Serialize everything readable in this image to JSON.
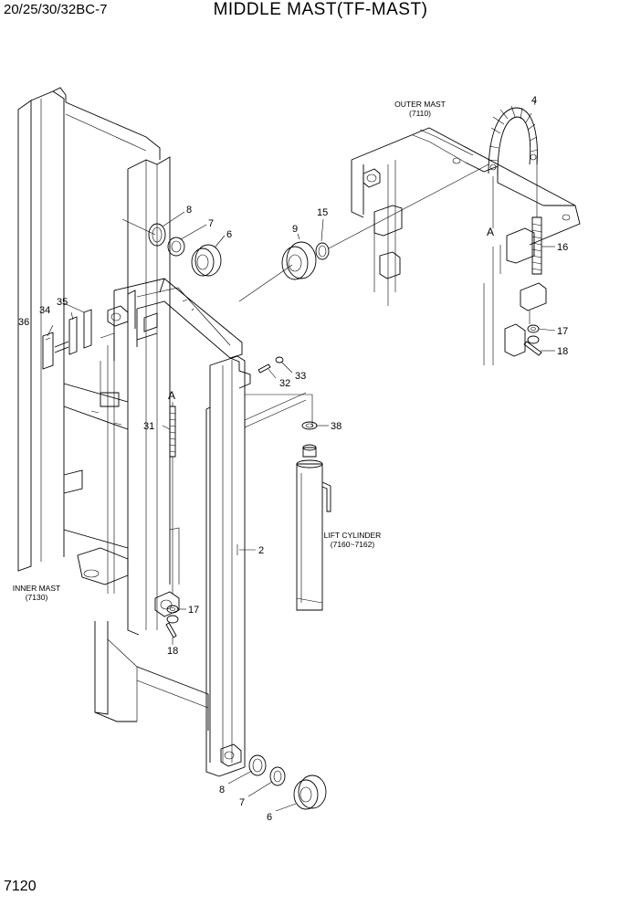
{
  "header": {
    "model": "20/25/30/32BC-7",
    "title": "MIDDLE MAST(TF-MAST)"
  },
  "footer": {
    "page_number": "7120"
  },
  "notes": {
    "outer_mast": {
      "name": "OUTER MAST",
      "ref": "(7110)"
    },
    "inner_mast": {
      "name": "INNER MAST",
      "ref": "(7130)"
    },
    "lift_cylinder": {
      "name": "LIFT CYLINDER",
      "ref": "(7160~7162)"
    }
  },
  "markers": {
    "a": "A"
  },
  "callouts": {
    "c2": "2",
    "c4": "4",
    "c6a": "6",
    "c6b": "6",
    "c7a": "7",
    "c7b": "7",
    "c8a": "8",
    "c8b": "8",
    "c9": "9",
    "c15": "15",
    "c16": "16",
    "c17a": "17",
    "c17b": "17",
    "c18a": "18",
    "c18b": "18",
    "c31": "31",
    "c32": "32",
    "c33": "33",
    "c34": "34",
    "c35": "35",
    "c36": "36",
    "c38": "38"
  }
}
